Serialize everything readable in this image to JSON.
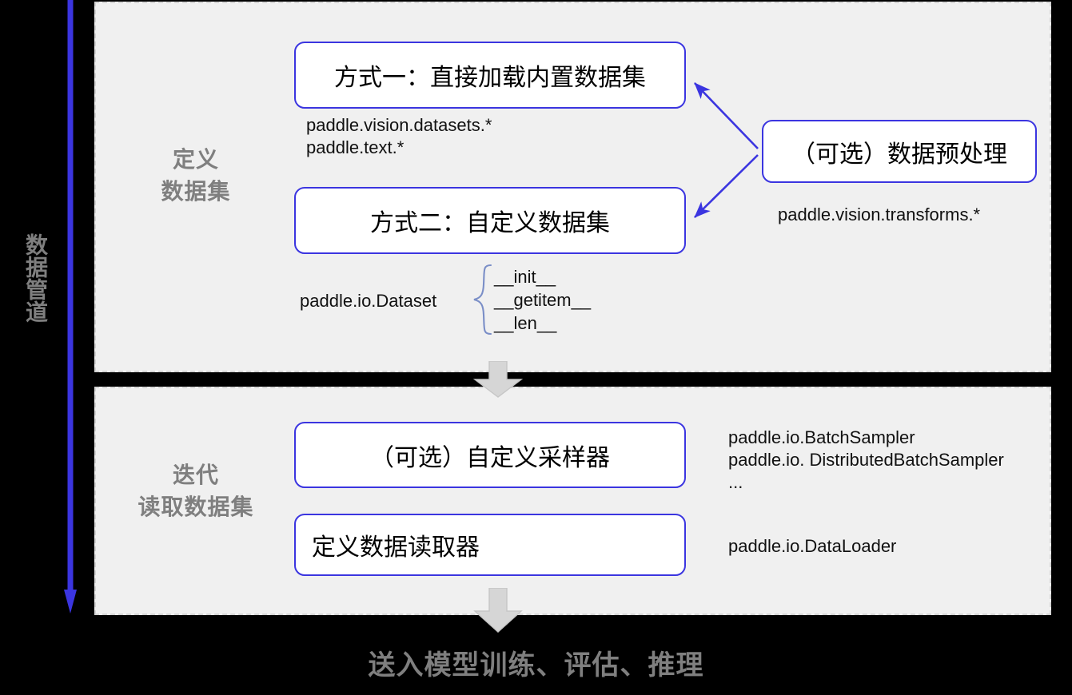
{
  "pipeline": {
    "vertical_label": "数据管道",
    "arrow_color": "#3b35e0"
  },
  "colors": {
    "panel_background": "#f0f0f0",
    "panel_border": "#d4d4d4",
    "node_border": "#3b35e0",
    "label_gray": "#7f7f7f",
    "gray_arrow": "#d4d4d4",
    "page_background": "#000000"
  },
  "sections": [
    {
      "id": "define-dataset",
      "label": "定义\n数据集",
      "nodes": [
        {
          "id": "builtin-dataset",
          "label": "方式一：直接加载内置数据集",
          "align": "center",
          "api": "paddle.vision.datasets.*\npaddle.text.*"
        },
        {
          "id": "custom-dataset",
          "label": "方式二：自定义数据集",
          "align": "center",
          "api": "paddle.io.Dataset",
          "methods": "__init__\n__getitem__\n__len__"
        },
        {
          "id": "preprocess",
          "label": "（可选）数据预处理",
          "align": "center",
          "api": "paddle.vision.transforms.*"
        }
      ]
    },
    {
      "id": "iterate-dataset",
      "label": "迭代\n读取数据集",
      "nodes": [
        {
          "id": "custom-sampler",
          "label": "（可选）自定义采样器",
          "align": "center",
          "api": "paddle.io.BatchSampler\npaddle.io. DistributedBatchSampler\n..."
        },
        {
          "id": "data-loader",
          "label": "定义数据读取器",
          "align": "left",
          "api": "paddle.io.DataLoader"
        }
      ]
    }
  ],
  "footer": {
    "label": "送入模型训练、评估、推理"
  }
}
